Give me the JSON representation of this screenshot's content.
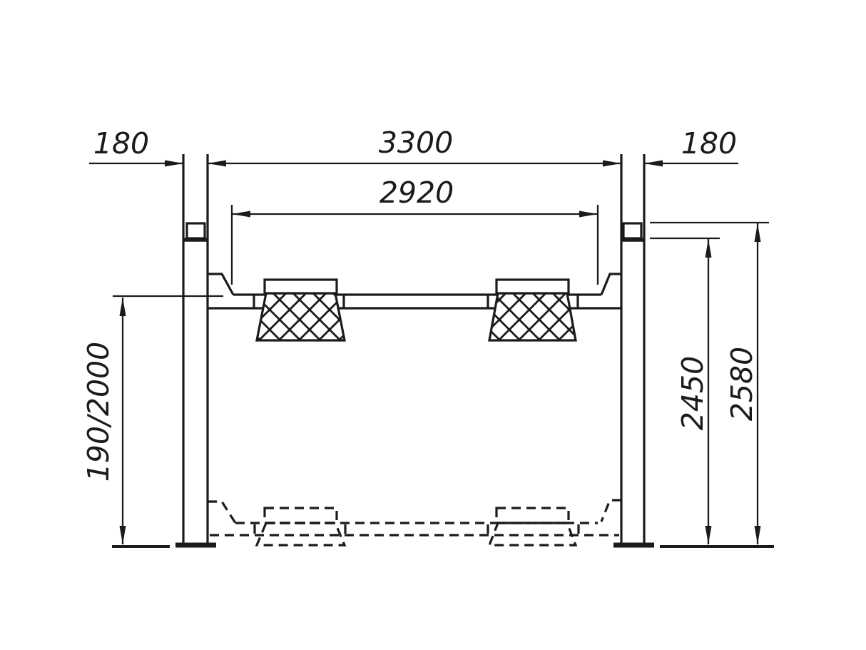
{
  "meta": {
    "background": "#ffffff",
    "ink": "#1b1b1b",
    "drawing_type": "two-post lift front elevation, dimensioned"
  },
  "labels": {
    "post_width_left": "180",
    "span_3300": "3300",
    "span_2920": "2920",
    "post_width_right": "180",
    "height_range": "190/2000",
    "height_2450": "2450",
    "height_2580": "2580"
  }
}
